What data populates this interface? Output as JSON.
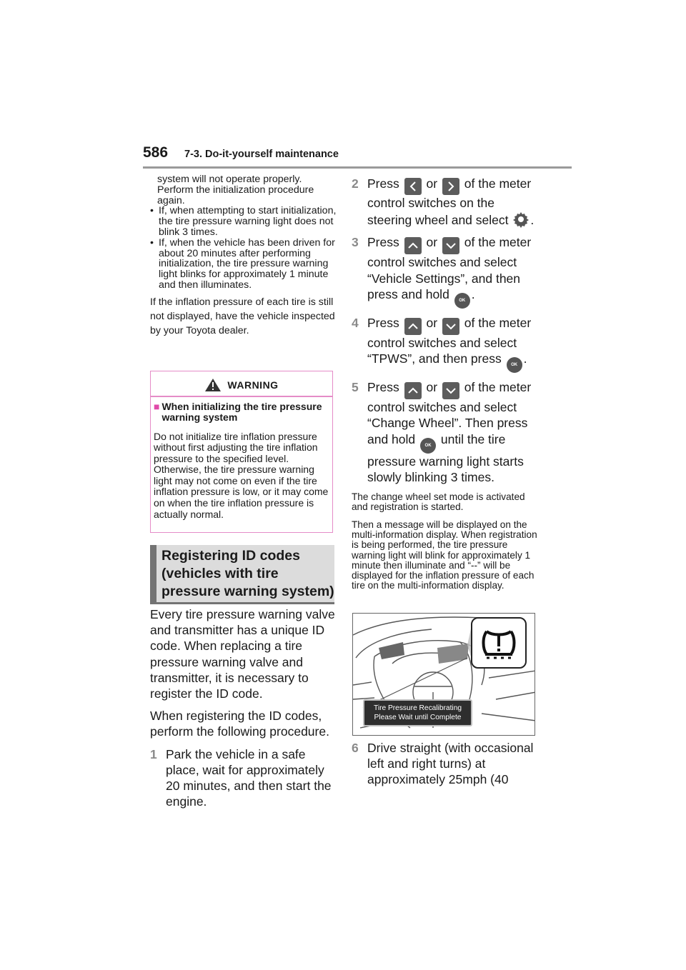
{
  "header": {
    "page_number": "586",
    "section": "7-3. Do-it-yourself maintenance"
  },
  "left": {
    "intro_cont": "system will not operate properly. Perform the initialization procedure again.",
    "bullets": [
      "If, when attempting to start initialization, the tire pressure warning light does not blink 3 times.",
      "If, when the vehicle has been driven for about 20 minutes after performing initialization, the tire pressure warning light blinks for approximately 1 minute and then illuminates."
    ],
    "note": "If the inflation pressure of each tire is still not displayed, have the vehicle inspected by your Toyota dealer."
  },
  "warning": {
    "title": "WARNING",
    "sub_marker": "■",
    "subtitle": "When initializing the tire pressure warning system",
    "body": "Do not initialize tire inflation pressure without first adjusting the tire inflation pressure to the specified level. Otherwise, the tire pressure warning light may not come on even if the tire inflation pressure is low, or it may come on when the tire inflation pressure is actually normal."
  },
  "id_section": {
    "heading": "Registering ID codes (vehicles with tire pressure warning system)",
    "para1": "Every tire pressure warning valve and transmitter has a unique ID code. When replacing a tire pressure warning valve and transmitter, it is necessary to register the ID code.",
    "para2": "When registering the ID codes, perform the following procedure."
  },
  "steps": [
    {
      "num": "1",
      "text": "Park the vehicle in a safe place, wait for approximately 20 minutes, and then start the engine."
    },
    {
      "num": "2",
      "a": "Press",
      "or": "or",
      "b": "of the meter control switches on the steering wheel and select",
      "end": "."
    },
    {
      "num": "3",
      "a": "Press",
      "or": "or",
      "b": "of the meter control switches and select “Vehicle Settings”, and then press and hold",
      "end": "."
    },
    {
      "num": "4",
      "a": "Press",
      "or": "or",
      "b": "of the meter control switches and select “TPWS”, and then press",
      "end": "."
    },
    {
      "num": "5",
      "a": "Press",
      "or": "or",
      "b": "of the meter control switches and select “Change Wheel”. Then press and hold",
      "c": "until the tire pressure warning light starts slowly blinking 3 times."
    },
    {
      "num": "6",
      "text": "Drive straight (with occasional left and right turns) at approximately 25mph (40"
    }
  ],
  "right_notes": [
    "The change wheel set mode is activated and registration is started.",
    "Then a message will be displayed on the multi-information display. When registration is being performed, the tire pressure warning light will blink for approximately 1 minute then illuminate and “--” will be displayed for the inflation pressure of each tire on the multi-information display."
  ],
  "figure": {
    "msg_line1": "Tire Pressure Recalibrating",
    "msg_line2": "Please Wait until Complete"
  },
  "icons": {
    "ok_label": "OK",
    "left_arrow": "chevron-left-icon",
    "right_arrow": "chevron-right-icon",
    "up_arrow": "chevron-up-icon",
    "down_arrow": "chevron-down-icon",
    "settings": "gear-icon",
    "warning": "warning-triangle-icon",
    "tpms": "tire-pressure-warning-icon"
  },
  "colors": {
    "warning_border": "#e58cc8",
    "marker": "#e04aa9",
    "step_number": "#8a8a8a",
    "heading_box": "#dcdcdc",
    "heading_bar": "#737373"
  }
}
